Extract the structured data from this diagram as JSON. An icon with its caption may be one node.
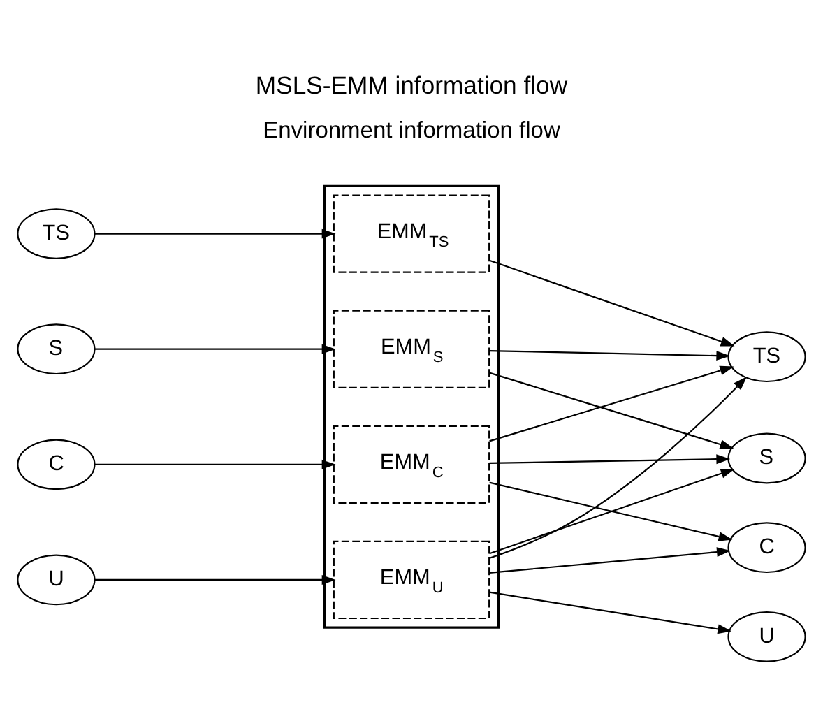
{
  "diagram": {
    "title": "MSLS-EMM information flow",
    "nodes": [
      {
        "text": [
          "TS"
        ]
      },
      {
        "text": [
          "S"
        ]
      },
      {
        "text": [
          "C"
        ]
      },
      {
        "text": [
          "U"
        ]
      },
      {
        "text": [],
        "shape": "box"
      },
      {
        "text": [
          "EMM$_{TS}$"
        ],
        "in": 4
      },
      {
        "text": [
          "EMM$_{S}$"
        ],
        "in": 4
      },
      {
        "text": [
          "EMM$_{C}$"
        ],
        "in": 4
      },
      {
        "text": [
          "EMM$_{U}$"
        ],
        "in": 4
      },
      {
        "text": [
          "TS"
        ]
      },
      {
        "text": [
          "S"
        ]
      },
      {
        "text": [
          "C"
        ]
      },
      {
        "text": [
          "U"
        ]
      }
    ],
    "edges": [
      {
        "from": 0,
        "to": 5,
        "arrow": "to"
      },
      {
        "from": 1,
        "to": 6,
        "arrow": "to"
      },
      {
        "from": 2,
        "to": 7,
        "arrow": "to"
      },
      {
        "from": 3,
        "to": 8,
        "arrow": "to"
      },
      {
        "from": 5,
        "to": 9,
        "arrow": "to"
      },
      {
        "from": 6,
        "to": 9,
        "arrow": "to"
      },
      {
        "from": 6,
        "to": 10,
        "arrow": "to"
      },
      {
        "from": 7,
        "to": 9,
        "arrow": "to"
      },
      {
        "from": 7,
        "to": 10,
        "arrow": "to"
      },
      {
        "from": 7,
        "to": 11,
        "arrow": "to"
      },
      {
        "from": 8,
        "to": 9,
        "arrow": "to"
      },
      {
        "from": 8,
        "to": 10,
        "arrow": "to"
      },
      {
        "from": 8,
        "to": 11,
        "arrow": "to"
      },
      {
        "from": 8,
        "to": 12,
        "arrow": "to"
      }
    ],
    "labels": [
      "Environment information flow"
    ]
  }
}
